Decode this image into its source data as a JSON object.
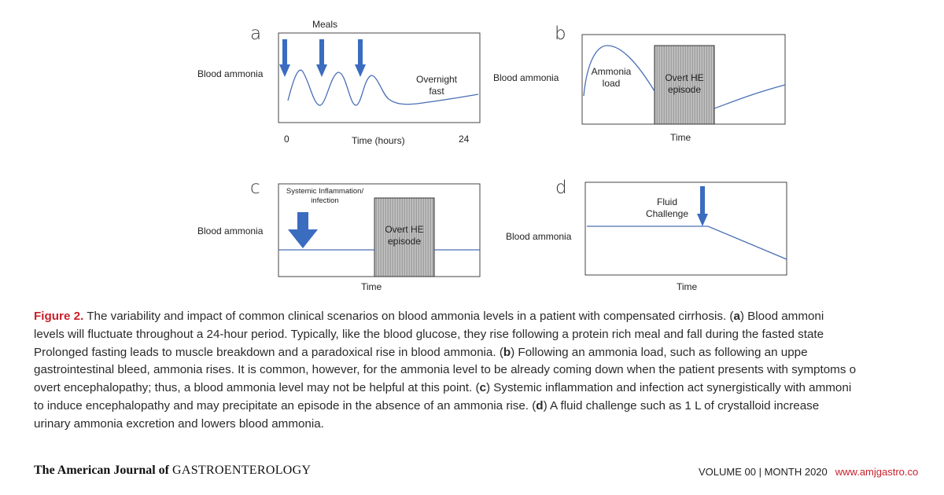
{
  "panels": {
    "a": {
      "letter": "a",
      "top_label": "Meals",
      "y_label": "Blood ammonia",
      "annotation": "Overnight\nfast",
      "x_label": "Time (hours)",
      "x_start": "0",
      "x_end": "24"
    },
    "b": {
      "letter": "b",
      "y_label": "Blood ammonia",
      "annotation": "Ammonia\nload",
      "box_label": "Overt HE\nepisode",
      "x_label": "Time"
    },
    "c": {
      "letter": "c",
      "y_label": "Blood ammonia",
      "annotation": "Systemic Inflammation/\ninfection",
      "box_label": "Overt HE\nepisode",
      "x_label": "Time"
    },
    "d": {
      "letter": "d",
      "y_label": "Blood ammonia",
      "annotation": "Fluid\nChallenge",
      "x_label": "Time"
    }
  },
  "caption": {
    "figure_label": "Figure 2.",
    "lines": [
      " The variability and impact of common clinical scenarios on blood ammonia levels in a patient with compensated cirrhosis. (",
      "a",
      ") Blood ammoni",
      "levels will fluctuate throughout a 24-hour period. Typically, like the blood glucose, they rise following a protein rich meal and fall during the fasted state",
      "Prolonged fasting leads to muscle breakdown and a paradoxical rise in blood ammonia. (",
      "b",
      ") Following an ammonia load, such as following an uppe",
      "gastrointestinal bleed, ammonia rises. It is common, however, for the ammonia level to be already coming down when the patient presents with symptoms o",
      "overt encephalopathy; thus, a blood ammonia level may not be helpful at this point. (",
      "c",
      ") Systemic inflammation and infection act synergistically with ammoni",
      "to induce encephalopathy and may precipitate an episode in the absence of an ammonia rise. (",
      "d",
      ") A fluid challenge such as 1 L of crystalloid increase",
      "urinary ammonia excretion and lowers blood ammonia."
    ]
  },
  "footer": {
    "journal_prefix": "The American Journal of ",
    "journal_name": "GASTROENTEROLOGY",
    "volume": "VOLUME 00 | MONTH 2020",
    "url": "www.amjgastro.co"
  },
  "colors": {
    "curve": "#4a6fb5",
    "arrow": "#3a6cc0",
    "box_border": "#333333",
    "accent": "#c8202c"
  }
}
